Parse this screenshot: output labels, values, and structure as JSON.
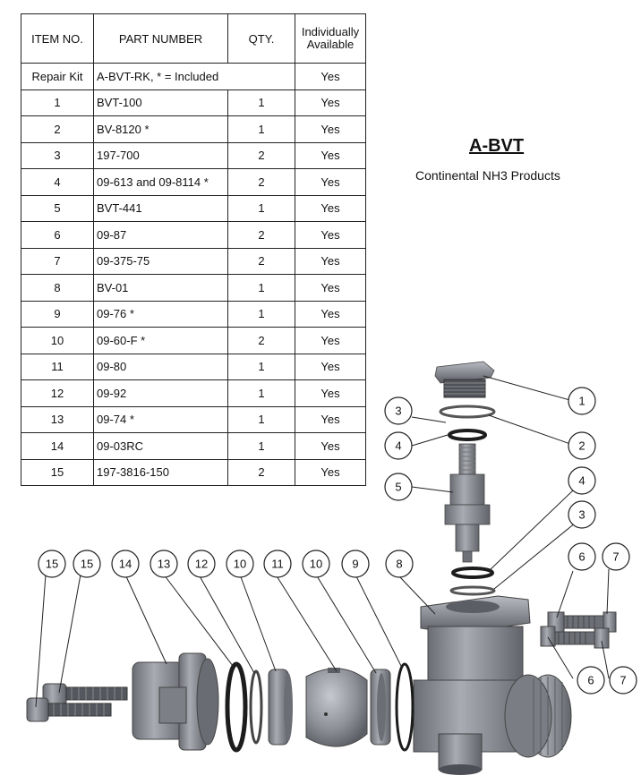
{
  "title": "A-BVT",
  "subtitle": "Continental NH3 Products",
  "table": {
    "headers": {
      "item_no": "ITEM NO.",
      "part_number": "PART NUMBER",
      "qty": "QTY.",
      "available_line1": "Individually",
      "available_line2": "Available"
    },
    "kit_row": {
      "item": "Repair Kit",
      "part": "A-BVT-RK, * = Included",
      "available": "Yes"
    },
    "rows": [
      {
        "item": "1",
        "part": "BVT-100",
        "qty": "1",
        "available": "Yes"
      },
      {
        "item": "2",
        "part": "BV-8120 *",
        "qty": "1",
        "available": "Yes"
      },
      {
        "item": "3",
        "part": "197-700",
        "qty": "2",
        "available": "Yes"
      },
      {
        "item": "4",
        "part": "09-613 and 09-8114 *",
        "qty": "2",
        "available": "Yes"
      },
      {
        "item": "5",
        "part": "BVT-441",
        "qty": "1",
        "available": "Yes"
      },
      {
        "item": "6",
        "part": "09-87",
        "qty": "2",
        "available": "Yes"
      },
      {
        "item": "7",
        "part": "09-375-75",
        "qty": "2",
        "available": "Yes"
      },
      {
        "item": "8",
        "part": "BV-01",
        "qty": "1",
        "available": "Yes"
      },
      {
        "item": "9",
        "part": "09-76 *",
        "qty": "1",
        "available": "Yes"
      },
      {
        "item": "10",
        "part": "09-60-F *",
        "qty": "2",
        "available": "Yes"
      },
      {
        "item": "11",
        "part": "09-80",
        "qty": "1",
        "available": "Yes"
      },
      {
        "item": "12",
        "part": "09-92",
        "qty": "1",
        "available": "Yes"
      },
      {
        "item": "13",
        "part": "09-74 *",
        "qty": "1",
        "available": "Yes"
      },
      {
        "item": "14",
        "part": "09-03RC",
        "qty": "1",
        "available": "Yes"
      },
      {
        "item": "15",
        "part": "197-3816-150",
        "qty": "2",
        "available": "Yes"
      }
    ]
  },
  "callouts": [
    "1",
    "2",
    "3",
    "4",
    "5",
    "4",
    "3",
    "6",
    "7",
    "6",
    "7",
    "15",
    "15",
    "14",
    "13",
    "12",
    "10",
    "11",
    "10",
    "9",
    "8"
  ],
  "colors": {
    "metal": "#8e9099",
    "metal_dark": "#5d5f66",
    "metal_light": "#c4c6cc",
    "seal": "#222222"
  }
}
